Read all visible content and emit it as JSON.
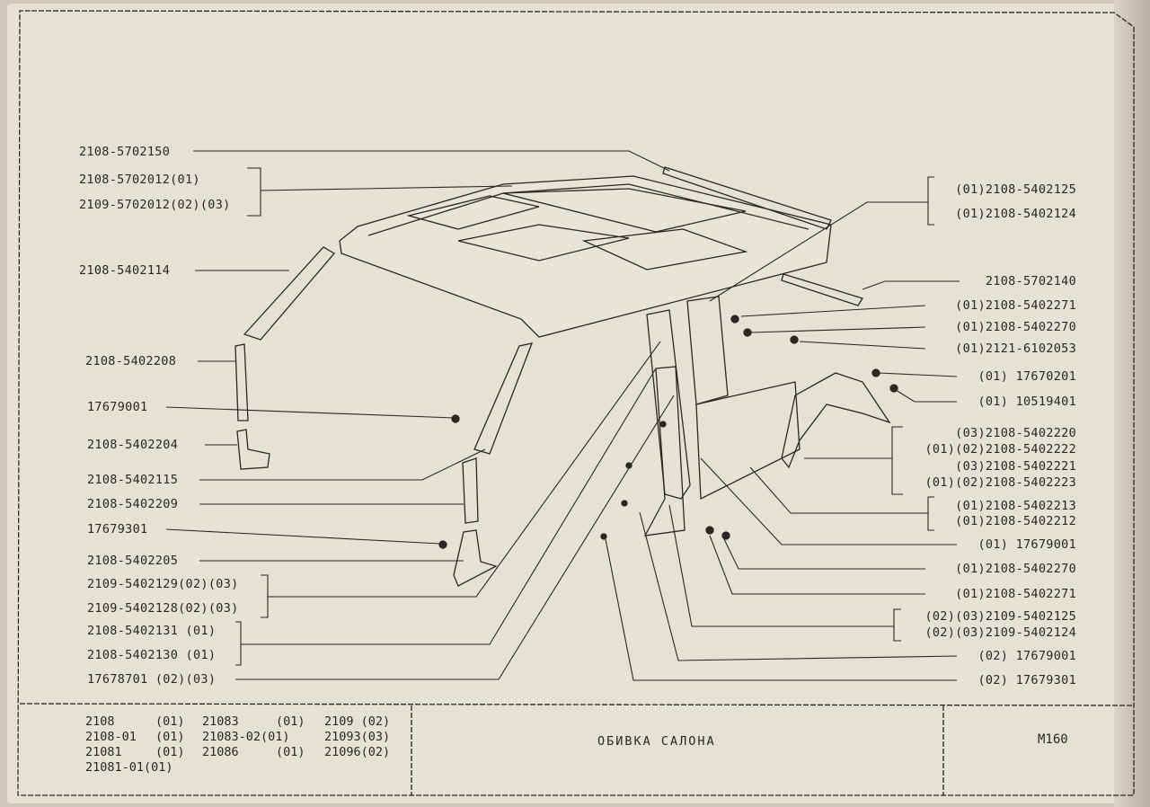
{
  "left_labels": [
    "2108-5702150",
    "2108-5702012(01)",
    "2109-5702012(02)(03)",
    "2108-5402114",
    "2108-5402208",
    "17679001",
    "2108-5402204",
    "2108-5402115",
    "2108-5402209",
    "17679301",
    "2108-5402205",
    "2109-5402129(02)(03)",
    "2109-5402128(02)(03)",
    "2108-5402131 (01)",
    "2108-5402130 (01)",
    "17678701 (02)(03)"
  ],
  "right_labels": [
    "(01)2108-5402125",
    "(01)2108-5402124",
    "2108-5702140",
    "(01)2108-5402271",
    "(01)2108-5402270",
    "(01)2121-6102053",
    "(01) 17670201",
    "(01) 10519401",
    "(03)2108-5402220",
    "(01)(02)2108-5402222",
    "(03)2108-5402221",
    "(01)(02)2108-5402223",
    "(01)2108-5402213",
    "(01)2108-5402212",
    "(01) 17679001",
    "(01)2108-5402270",
    "(01)2108-5402271",
    "(02)(03)2109-5402125",
    "(02)(03)2109-5402124",
    "(02) 17679001",
    "(02) 17679301"
  ],
  "models": [
    [
      {
        "m": "2108",
        "v": "(01)"
      },
      {
        "m": "21083",
        "v": "(01)"
      },
      {
        "m": "2109",
        "v": "(02)"
      }
    ],
    [
      {
        "m": "2108-01",
        "v": "(01)"
      },
      {
        "m": "21083-02",
        "v": "(01)"
      },
      {
        "m": "21093",
        "v": "(03)"
      }
    ],
    [
      {
        "m": "21081",
        "v": "(01)"
      },
      {
        "m": "21086",
        "v": "(01)"
      },
      {
        "m": "21096",
        "v": "(02)"
      }
    ],
    [
      {
        "m": "21081-01",
        "v": "(01)"
      }
    ]
  ],
  "title": "ОБИВКА САЛОНА",
  "sheet_code": "M160"
}
